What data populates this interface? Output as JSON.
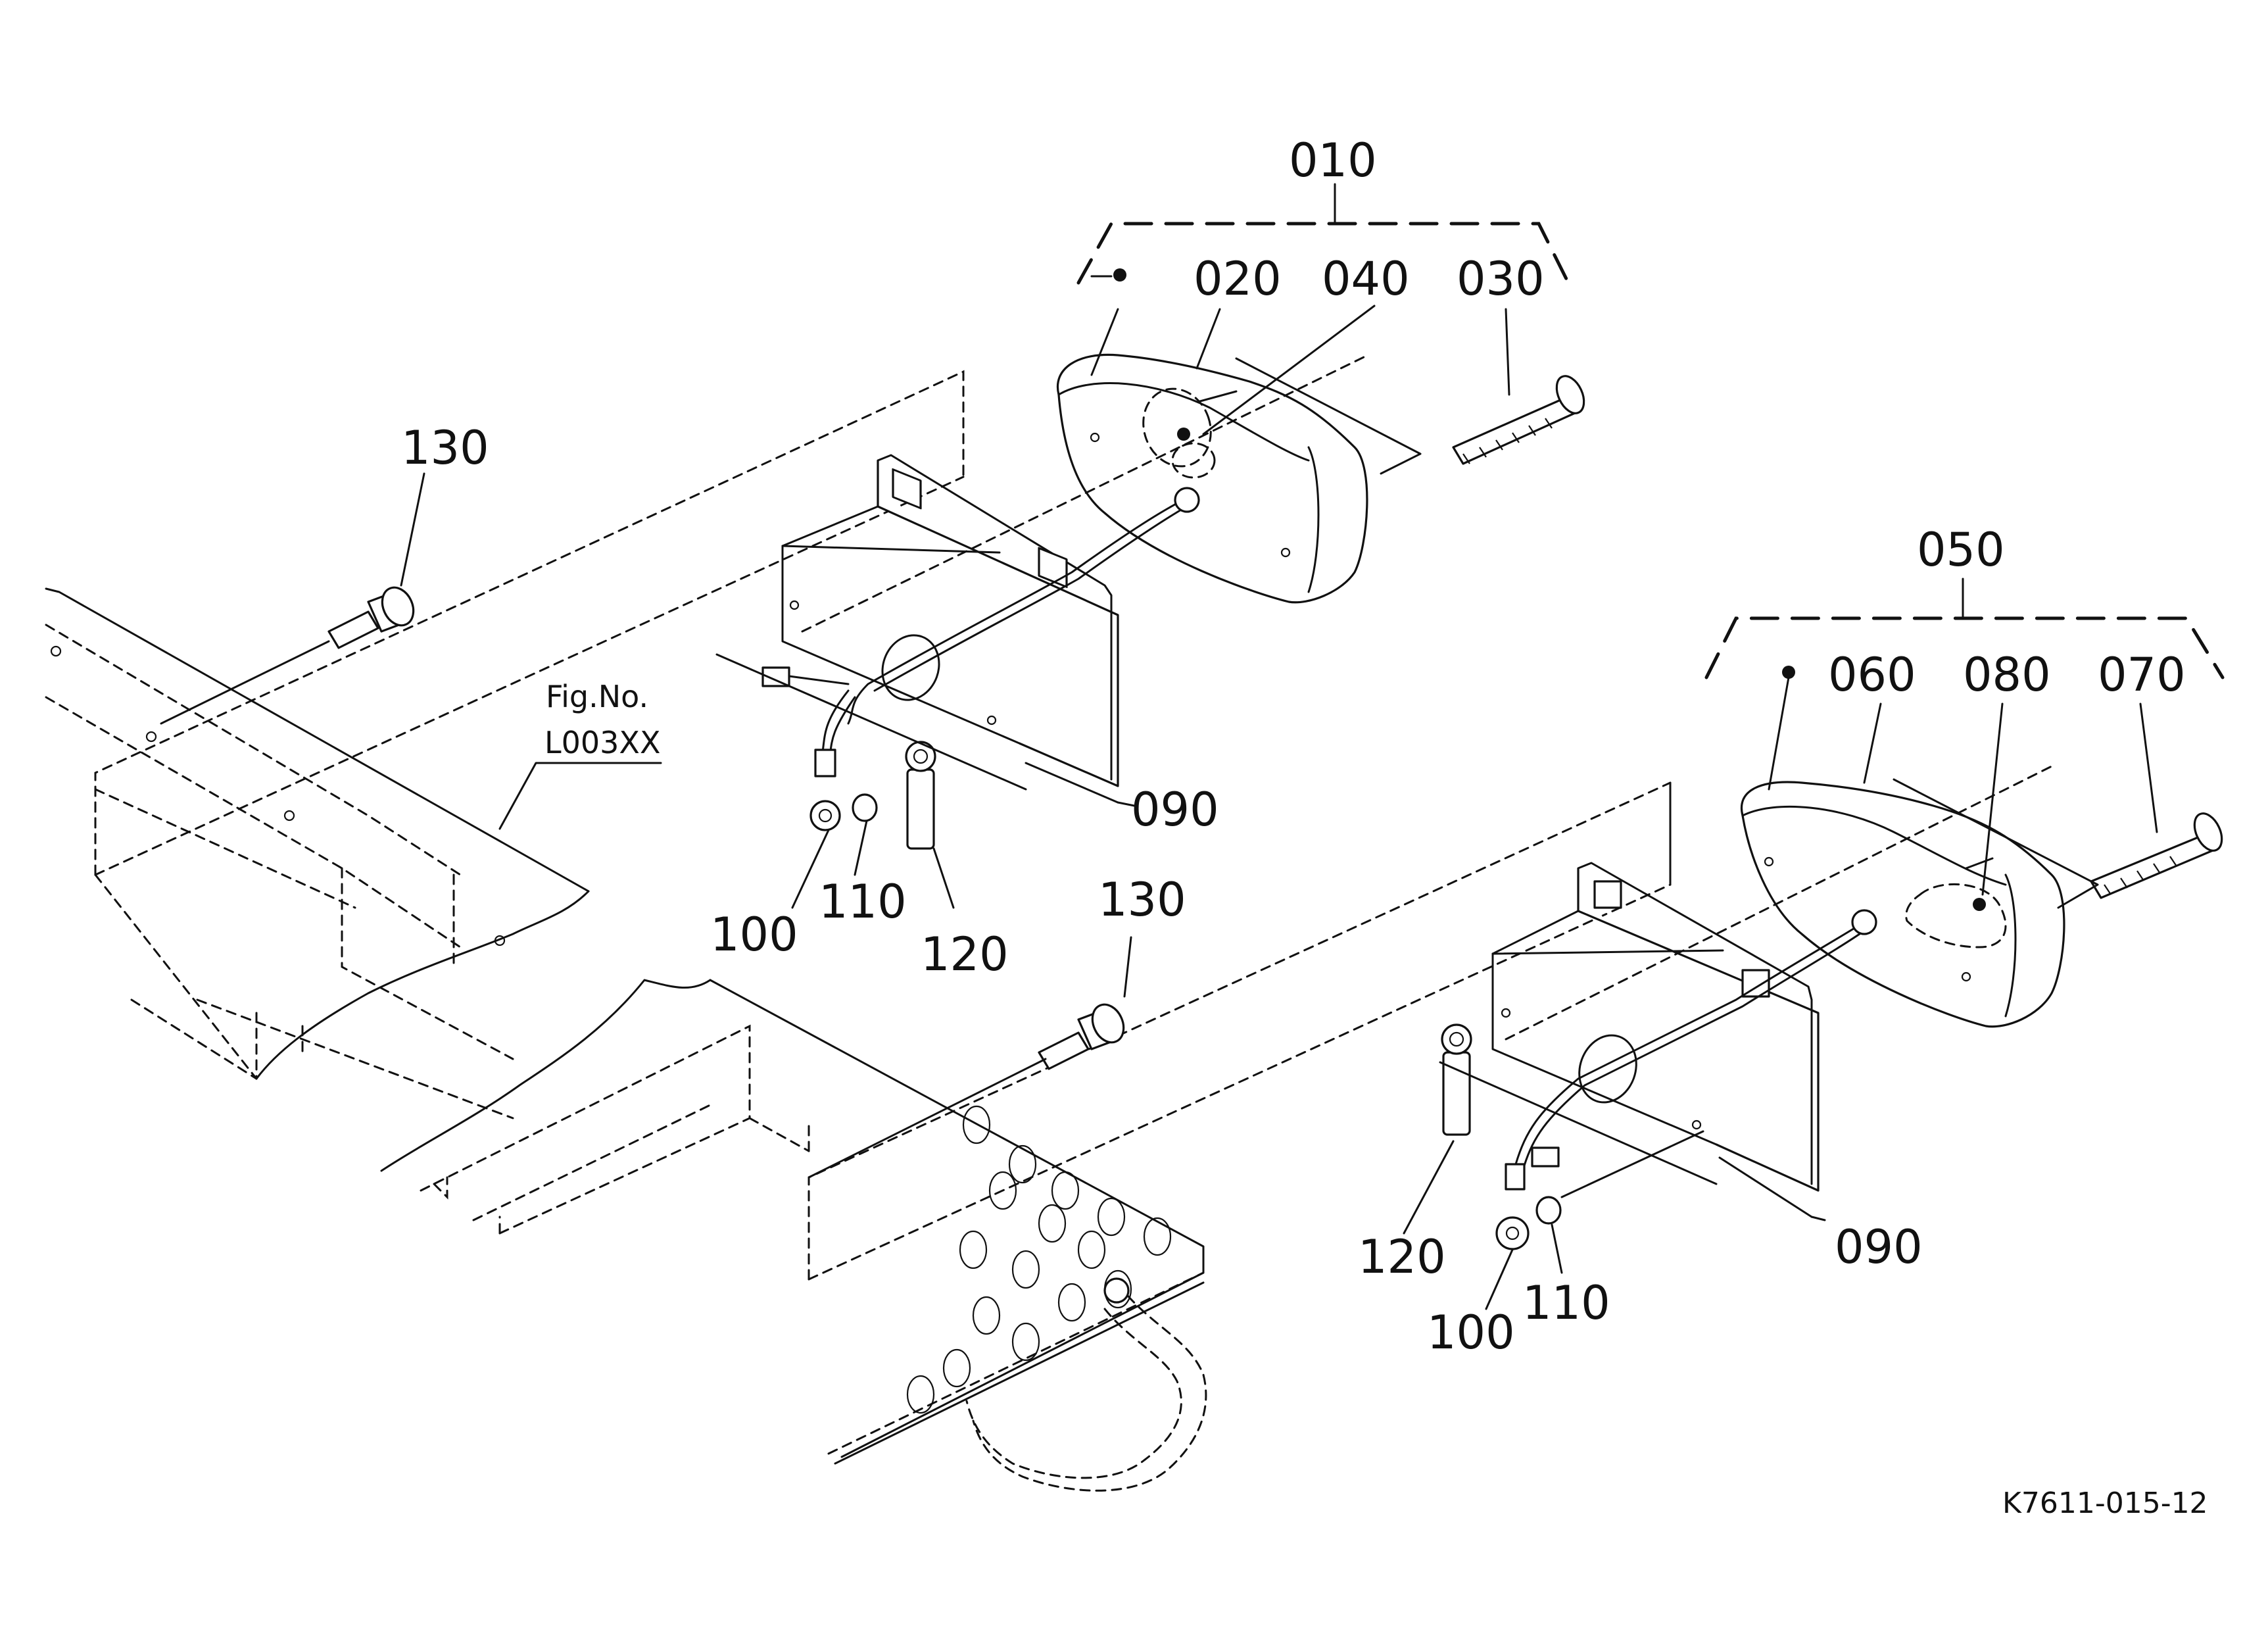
{
  "labels": {
    "p010": "010",
    "p020": "020",
    "p030": "030",
    "p040": "040",
    "p050": "050",
    "p060": "060",
    "p070": "070",
    "p080": "080",
    "p090_upper": "090",
    "p090_lower": "090",
    "p100_upper": "100",
    "p100_lower": "100",
    "p110_upper": "110",
    "p110_lower": "110",
    "p120_upper": "120",
    "p120_lower": "120",
    "p130_upper": "130",
    "p130_lower": "130"
  },
  "figref": {
    "line1": "Fig.No.",
    "line2": "L003XX"
  },
  "drawing_code": "K7611-015-12"
}
